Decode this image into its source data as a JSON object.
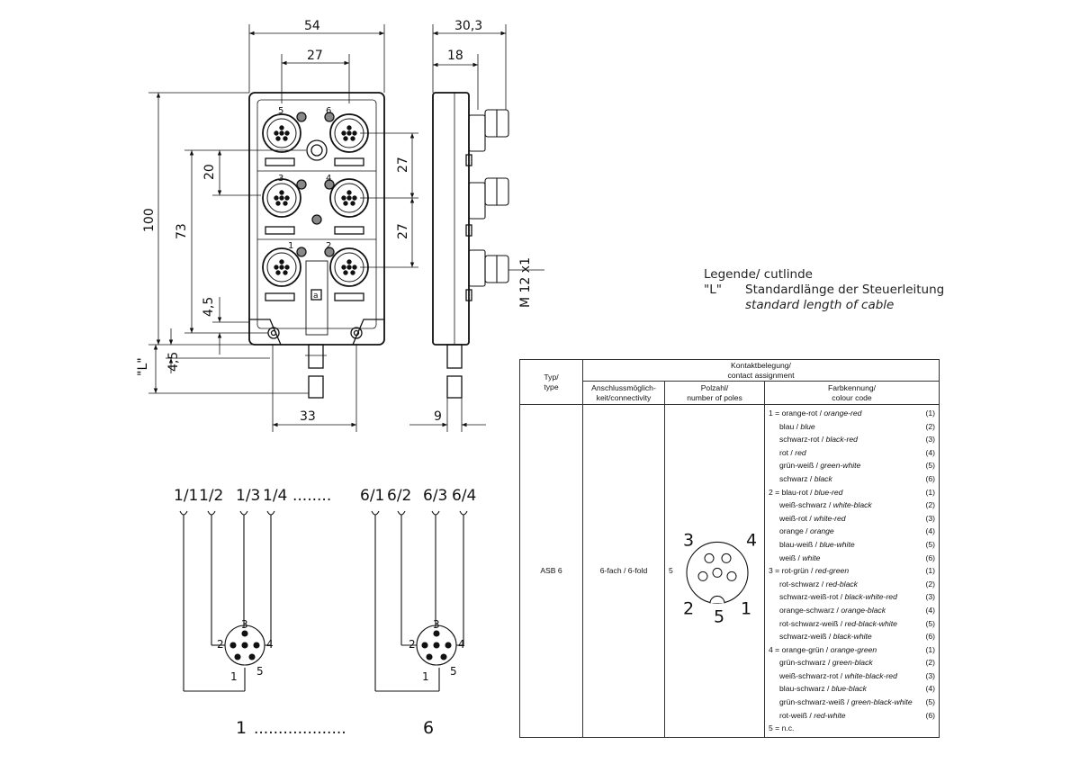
{
  "drawing": {
    "dims": {
      "width_top": "54",
      "width_inner": "27",
      "depth": "30,3",
      "depth_inner": "18",
      "height": "100",
      "height_inner": "73",
      "pitch_a": "20",
      "pitch_b": "27",
      "pitch_c": "27",
      "hole_a": "4,5",
      "hole_b": "4,5",
      "cable_len": "\"L\"",
      "bottom_width": "33",
      "side_bottom": "9",
      "thread": "M 12 x1"
    },
    "port_numbers": [
      "5",
      "6",
      "3",
      "4",
      "1",
      "2"
    ],
    "wiring_top": [
      "1/1",
      "1/2",
      "1/3",
      "1/4",
      "........",
      "6/1",
      "6/2",
      "6/3",
      "6/4"
    ],
    "wiring_bottom": {
      "start": "1",
      "dots": "...................",
      "end": "6"
    },
    "plug_pins": [
      "1",
      "2",
      "3",
      "4",
      "5"
    ]
  },
  "legend": {
    "title": "Legende/ cutlinde",
    "key": "\"L\"",
    "de": "Standardlänge der Steuerleitung",
    "en": "standard length of cable"
  },
  "table": {
    "header": {
      "typ": "Typ/\ntype",
      "contact": "Kontaktbelegung/\ncontact assignment",
      "conn": "Anschlussmöglich-\nkeit/connectivity",
      "poles": "Polzahl/\nnumber of poles",
      "color": "Farbkennung/\ncolour code"
    },
    "type": "ASB 6",
    "connectivity": "6-fach / 6-fold",
    "poles": "5",
    "pin_labels": {
      "p3": "3",
      "p4": "4",
      "p2": "2",
      "p5": "5",
      "p1": "1"
    },
    "colors": [
      {
        "de": "1 = orange-rot",
        "en": "orange-red",
        "n": "(1)",
        "indent": false
      },
      {
        "de": "blau",
        "en": "blue",
        "n": "(2)",
        "indent": true
      },
      {
        "de": "schwarz-rot",
        "en": "black-red",
        "n": "(3)",
        "indent": true
      },
      {
        "de": "rot",
        "en": "red",
        "n": "(4)",
        "indent": true
      },
      {
        "de": "grün-weiß",
        "en": "green-white",
        "n": "(5)",
        "indent": true
      },
      {
        "de": "schwarz",
        "en": "black",
        "n": "(6)",
        "indent": true
      },
      {
        "de": "2 = blau-rot",
        "en": "blue-red",
        "n": "(1)",
        "indent": false
      },
      {
        "de": "weiß-schwarz",
        "en": "white-black",
        "n": "(2)",
        "indent": true
      },
      {
        "de": "weiß-rot",
        "en": "white-red",
        "n": "(3)",
        "indent": true
      },
      {
        "de": "orange",
        "en": "orange",
        "n": "(4)",
        "indent": true
      },
      {
        "de": "blau-weiß",
        "en": "blue-white",
        "n": "(5)",
        "indent": true
      },
      {
        "de": "weiß",
        "en": "white",
        "n": "(6)",
        "indent": true
      },
      {
        "de": "3 = rot-grün",
        "en": "red-green",
        "n": "(1)",
        "indent": false
      },
      {
        "de": "rot-schwarz",
        "en": "red-black",
        "n": "(2)",
        "indent": true
      },
      {
        "de": "schwarz-weiß-rot",
        "en": "black-white-red",
        "n": "(3)",
        "indent": true
      },
      {
        "de": "orange-schwarz",
        "en": "orange-black",
        "n": "(4)",
        "indent": true
      },
      {
        "de": "rot-schwarz-weiß",
        "en": "red-black-white",
        "n": "(5)",
        "indent": true
      },
      {
        "de": "schwarz-weiß",
        "en": "black-white",
        "n": "(6)",
        "indent": true
      },
      {
        "de": "4 = orange-grün",
        "en": "orange-green",
        "n": "(1)",
        "indent": false
      },
      {
        "de": "grün-schwarz",
        "en": "green-black",
        "n": "(2)",
        "indent": true
      },
      {
        "de": "weiß-schwarz-rot",
        "en": "white-black-red",
        "n": "(3)",
        "indent": true
      },
      {
        "de": "blau-schwarz",
        "en": "blue-black",
        "n": "(4)",
        "indent": true
      },
      {
        "de": "grün-schwarz-weiß",
        "en": "green-black-white",
        "n": "(5)",
        "indent": true
      },
      {
        "de": "rot-weiß",
        "en": "red-white",
        "n": "(6)",
        "indent": true
      },
      {
        "de": "5 = n.c.",
        "en": "",
        "n": "",
        "indent": false
      }
    ]
  }
}
